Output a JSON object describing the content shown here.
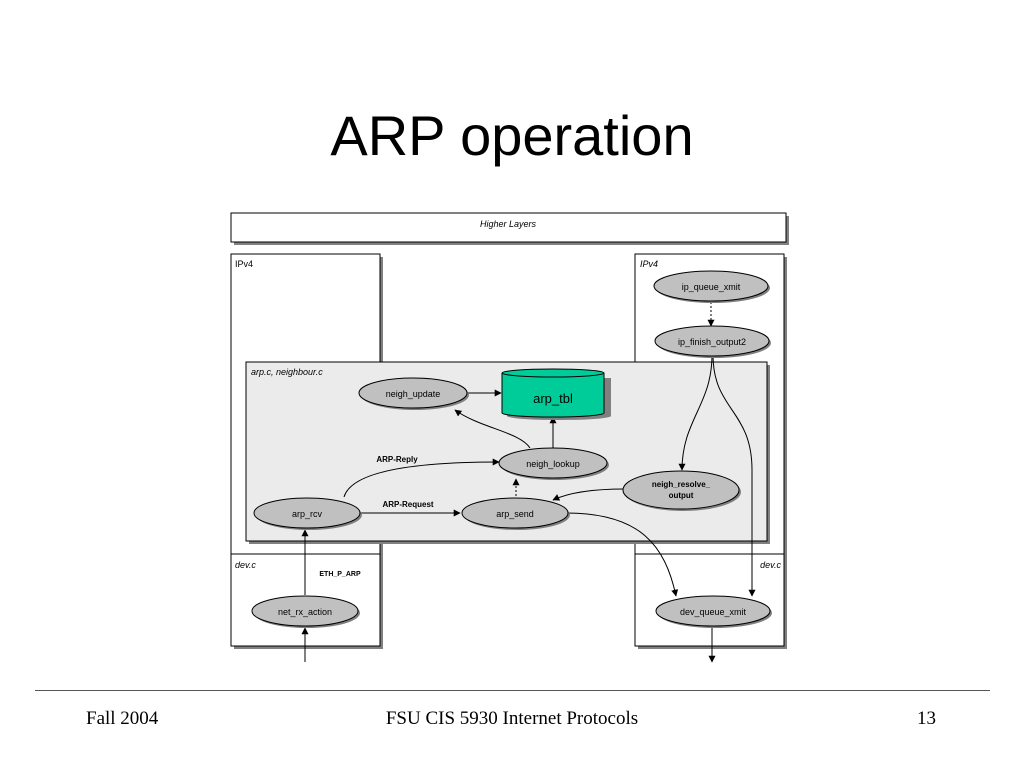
{
  "slide": {
    "title": "ARP operation",
    "footer": {
      "left": "Fall 2004",
      "center": "FSU CIS 5930 Internet Protocols",
      "right": "13"
    }
  },
  "diagram": {
    "regions": {
      "higher_layers": "Higher Layers",
      "ipv4_left": "IPv4",
      "ipv4_right": "IPv4",
      "arp": "arp.c, neighbour.c",
      "devc_left": "dev.c",
      "devc_right": "dev.c"
    },
    "nodes": {
      "ip_queue_xmit": "ip_queue_xmit",
      "ip_finish_output2": "ip_finish_output2",
      "neigh_update": "neigh_update",
      "arp_tbl": "arp_tbl",
      "neigh_lookup": "neigh_lookup",
      "neigh_resolve_output_line1": "neigh_resolve_",
      "neigh_resolve_output_line2": "output",
      "arp_rcv": "arp_rcv",
      "arp_send": "arp_send",
      "net_rx_action": "net_rx_action",
      "dev_queue_xmit": "dev_queue_xmit"
    },
    "edge_labels": {
      "arp_reply": "ARP-Reply",
      "arp_request": "ARP-Request",
      "eth_p_arp": "ETH_P_ARP"
    },
    "colors": {
      "box_shadow": "#808080",
      "region_fill": "#ebebeb",
      "node_fill": "#c0c0c0",
      "arp_tbl_fill": "#00cc99"
    }
  }
}
